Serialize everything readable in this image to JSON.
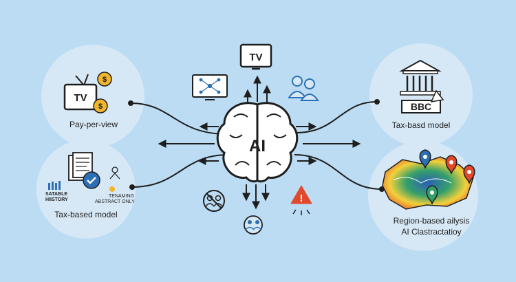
{
  "colors": {
    "background": "#bcdcf3",
    "circle_fill": "#d6e8f6",
    "accent_blue": "#2c6fb3",
    "dark": "#1e1e1e",
    "coin_gold": "#f2b62c",
    "warning": "#e0492a"
  },
  "center": {
    "label": "AI"
  },
  "nodes": {
    "pay_per_view": {
      "label": "Pay-per-view",
      "icon_text": "TV",
      "coin_symbol": "$"
    },
    "tax_based_left": {
      "label": "Tax-based model",
      "side_text_1": "SATABLE",
      "side_text_2": "HIISTORY",
      "note_1": "TENAMING",
      "note_2": "ABSTRACT ONLY"
    },
    "tax_based_right": {
      "label": "Tax-basd model",
      "sign_text": "BBC"
    },
    "region": {
      "label_1": "Region-based ailysis",
      "label_2": "AI Clastractatioy"
    }
  },
  "top_icons": {
    "tv_text": "TV"
  },
  "icons": [
    "tv-coins-icon",
    "documents-check-icon",
    "people-icon",
    "tv-screen-icon",
    "monitor-network-icon",
    "no-group-icon",
    "warning-icon",
    "museum-icon",
    "heatmap-icon",
    "brain-icon"
  ]
}
